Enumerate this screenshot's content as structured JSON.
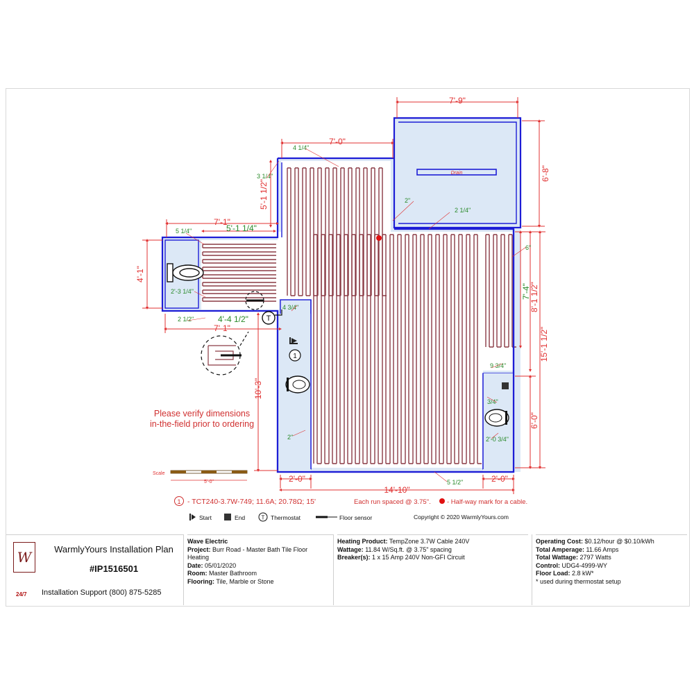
{
  "plan": {
    "dimensions": {
      "top_right_width": "7'-9\"",
      "top_right_height": "6'-8\"",
      "top_left_width": "7'-0\"",
      "top_left_offset": "4 1/4\"",
      "left_vert_offset": "3 1/4\"",
      "left_vert_5_1_half": "5'-1 1/2\"",
      "wc_width_top": "7'-1\"",
      "wc_inner_width": "5'-1 1/4\"",
      "wc_offset": "5 1/4\"",
      "wc_height": "4'-1\"",
      "wc_toilet_offset": "2'-3 1/4\"",
      "wc_bottom_offset": "2 1/2\"",
      "wc_bottom_width": "4'-4 1/2\"",
      "wc_bottom_total": "7'-1\"",
      "shower_gap": "2\"",
      "shower_spacing": "2 1/4\"",
      "right_6": "6\"",
      "right_7_4": "7'-4\"",
      "right_8_1_half": "8'-1 1/2\"",
      "right_15_1_half": "15'-1 1/2\"",
      "right_9_3_4": "9 3/4\"",
      "right_3_4": "3/4\"",
      "right_6_0": "6'-0\"",
      "right_2_0_3_4": "2'-0 3/4\"",
      "left_4_3_4": "4 3/4\"",
      "left_10_3": "10'-3\"",
      "left_2": "2\"",
      "bottom_left_2_0": "2'-0\"",
      "bottom_mid": "14'-10\"",
      "bottom_right_2_0": "2'-0\"",
      "bottom_5_1_2": "5 1/2\""
    },
    "drain_label": "Drain",
    "note": [
      "Please verify dimensions",
      "in-the-field prior to ordering"
    ],
    "scale_label": "Scale",
    "scale_value": "5'-0\"",
    "cable_marker": "1",
    "thermostat_marker": "T",
    "legend": {
      "cable_spec": "- TCT240-3.7W-749; 11.6A; 20.78Ω; 15'",
      "spacing_note": "Each run spaced @ 3.75\".",
      "halfway_note": "- Half-way mark for a cable.",
      "start": "Start",
      "end": "End",
      "thermostat": "Thermostat",
      "floor_sensor": "Floor sensor",
      "copyright": "Copyright © 2020 WarmlyYours.com"
    }
  },
  "titleblock": {
    "company_title": "WarmlyYours Installation Plan",
    "plan_id": "#IP1516501",
    "support_badge": "24/7",
    "support_text": "Installation Support (800) 875-5285",
    "installer": "Wave Electric",
    "project_label": "Project:",
    "project": "Burr Road - Master Bath Tile Floor Heating",
    "date_label": "Date:",
    "date": "05/01/2020",
    "room_label": "Room:",
    "room": "Master Bathroom",
    "flooring_label": "Flooring:",
    "flooring": "Tile, Marble or Stone",
    "heating_product_label": "Heating Product:",
    "heating_product": "TempZone 3.7W Cable 240V",
    "wattage_label": "Wattage:",
    "wattage": "11.84 W/Sq.ft. @ 3.75\" spacing",
    "breakers_label": "Breaker(s):",
    "breakers": "1 x 15 Amp 240V Non-GFI Circuit",
    "operating_cost_label": "Operating Cost:",
    "operating_cost": "$0.12/hour @ $0.10/kWh",
    "total_amperage_label": "Total Amperage:",
    "total_amperage": "11.66 Amps",
    "total_wattage_label": "Total Wattage:",
    "total_wattage": "2797 Watts",
    "control_label": "Control:",
    "control": "UDG4-4999-WY",
    "floor_load_label": "Floor Load:",
    "floor_load": "2.8 kW*",
    "footnote": "* used during thermostat setup"
  },
  "colors": {
    "wall": "#1d1dd6",
    "fill": "#dce8f6",
    "cable": "#8a3a44",
    "dimension_red": "#e03030",
    "dimension_green": "#2a8a2a",
    "halfway_dot": "#e01010"
  }
}
